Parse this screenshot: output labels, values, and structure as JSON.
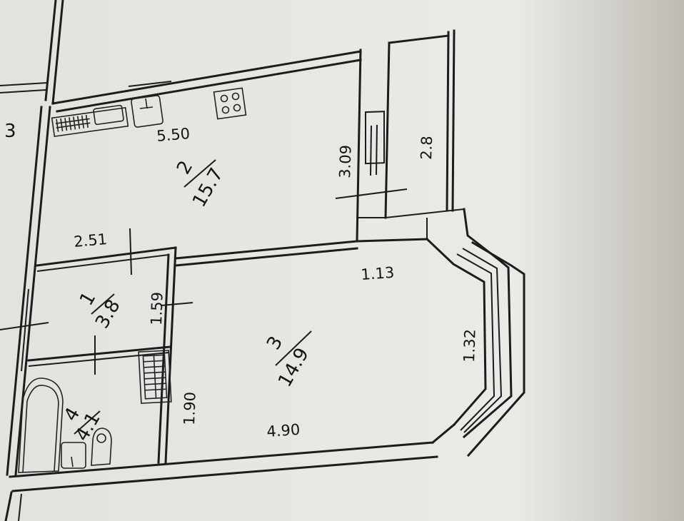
{
  "plan": {
    "colors": {
      "paper": "#e9e8e4",
      "ink": "#1c1c1c",
      "shadow": "#c9c7bf"
    },
    "rooms": [
      {
        "number": "2",
        "area": "15.7"
      },
      {
        "number": "1",
        "area": "3.8"
      },
      {
        "number": "3",
        "area": "14.9"
      },
      {
        "number": "4",
        "area": "4.1"
      }
    ],
    "neighbor_label": "3",
    "dimensions": {
      "kitchen_width": "5.50",
      "kitchen_depth": "3.09",
      "balcony_length": "2.8",
      "hall_width": "2.51",
      "hall_depth": "1.59",
      "bay_offset": "1.13",
      "bay_side": "1.32",
      "bath_depth": "1.90",
      "room_width": "4.90"
    },
    "icons": [
      "sink-icon",
      "stove-icon",
      "radiator-icon",
      "bathtub-icon",
      "toilet-icon",
      "washbasin-icon"
    ]
  }
}
